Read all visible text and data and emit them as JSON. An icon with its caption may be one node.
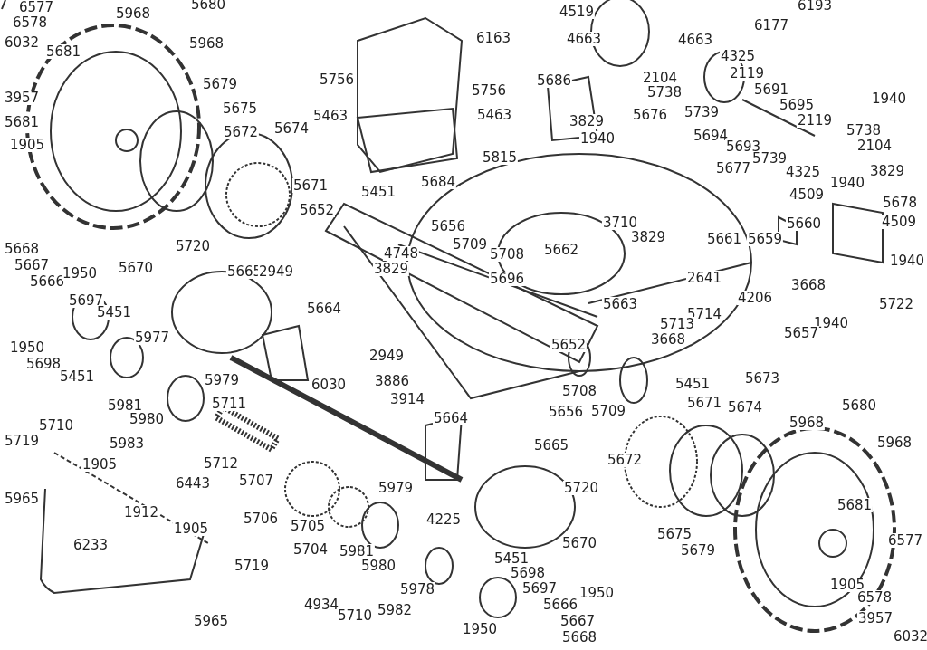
{
  "diagram": {
    "labels": [
      "6577",
      "5968",
      "5680",
      "6578",
      "6032",
      "5681",
      "5968",
      "3957",
      "5681",
      "1905",
      "5679",
      "5675",
      "5672",
      "5674",
      "5671",
      "6163",
      "5756",
      "5756",
      "5463",
      "5463",
      "5684",
      "5451",
      "5652",
      "5656",
      "4748",
      "3829",
      "5815",
      "5686",
      "3829",
      "1940",
      "4519",
      "4663",
      "6193",
      "6177",
      "4663",
      "4325",
      "2104",
      "2119",
      "5738",
      "5691",
      "5676",
      "5739",
      "5695",
      "5694",
      "2119",
      "5693",
      "5738",
      "2104",
      "5739",
      "5677",
      "4325",
      "1940",
      "3829",
      "1940",
      "4509",
      "5678",
      "5660",
      "4509",
      "5659",
      "3668",
      "4206",
      "1940",
      "5722",
      "1940",
      "5714",
      "2641",
      "5661",
      "5663",
      "5713",
      "3710",
      "3829",
      "5662",
      "5708",
      "5696",
      "5709",
      "5668",
      "5667",
      "5666",
      "1950",
      "5697",
      "5451",
      "5670",
      "5720",
      "5665",
      "2949",
      "5664",
      "1950",
      "5698",
      "5451",
      "5977",
      "5979",
      "5981",
      "5980",
      "5711",
      "5710",
      "5983",
      "6030",
      "2949",
      "3886",
      "3914",
      "5664",
      "5652",
      "3668",
      "5708",
      "5656",
      "5709",
      "5451",
      "5719",
      "5965",
      "1905",
      "1912",
      "6443",
      "1905",
      "6233",
      "5719",
      "5965",
      "5712",
      "5707",
      "5706",
      "5705",
      "5704",
      "5979",
      "4225",
      "5981",
      "5980",
      "5978",
      "4934",
      "5710",
      "5982",
      "5665",
      "5720",
      "5670",
      "5451",
      "5698",
      "5697",
      "1950",
      "5666",
      "1950",
      "5667",
      "5668",
      "5657",
      "5673",
      "5671",
      "5674",
      "5680",
      "5672",
      "5968",
      "5968",
      "5681",
      "5675",
      "5679",
      "6577",
      "1905",
      "6578",
      "3957",
      "6032"
    ]
  }
}
